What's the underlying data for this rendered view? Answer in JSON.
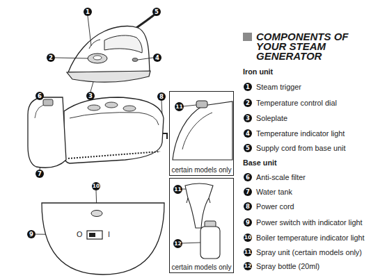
{
  "diagram": {
    "title": "COMPONENTS OF YOUR STEAM GENERATOR",
    "nodes": [
      {
        "text": [
          "1"
        ]
      },
      {
        "text": [
          "5"
        ]
      },
      {
        "text": [
          "2"
        ]
      },
      {
        "text": [
          "4"
        ]
      },
      {
        "text": [
          "3"
        ]
      },
      {
        "text": [
          "6"
        ]
      },
      {
        "text": [
          "8"
        ]
      },
      {
        "text": [
          "7"
        ]
      },
      {
        "text": [
          "certain models only"
        ]
      },
      {
        "text": [
          "11"
        ],
        "in": 8
      },
      {
        "text": [
          "certain models only"
        ]
      },
      {
        "text": [
          "11"
        ],
        "in": 10
      },
      {
        "text": [
          "12"
        ],
        "in": 10
      },
      {
        "text": [
          "10"
        ]
      },
      {
        "text": [
          "9"
        ]
      },
      {
        "text": [
          "1"
        ]
      },
      {
        "text": [
          "2"
        ]
      },
      {
        "text": [
          "3"
        ]
      },
      {
        "text": [
          "4"
        ]
      },
      {
        "text": [
          "5"
        ]
      },
      {
        "text": [
          "6"
        ]
      },
      {
        "text": [
          "7"
        ]
      },
      {
        "text": [
          "8"
        ]
      },
      {
        "text": [
          "9"
        ]
      },
      {
        "text": [
          "10"
        ]
      },
      {
        "text": [
          "11"
        ]
      },
      {
        "text": [
          "12"
        ]
      }
    ],
    "labels": [
      "Iron unit",
      "Steam trigger",
      "Temperature control dial",
      "Soleplate",
      "Temperature indicator light",
      "Supply cord from base unit",
      "Base unit",
      "Anti-scale filter",
      "Water tank",
      "Power cord",
      "Power switch with indicator light",
      "Boiler temperature indicator light",
      "Spray unit (certain models only)",
      "Spray bottle (20ml)",
      "O",
      "I"
    ]
  }
}
